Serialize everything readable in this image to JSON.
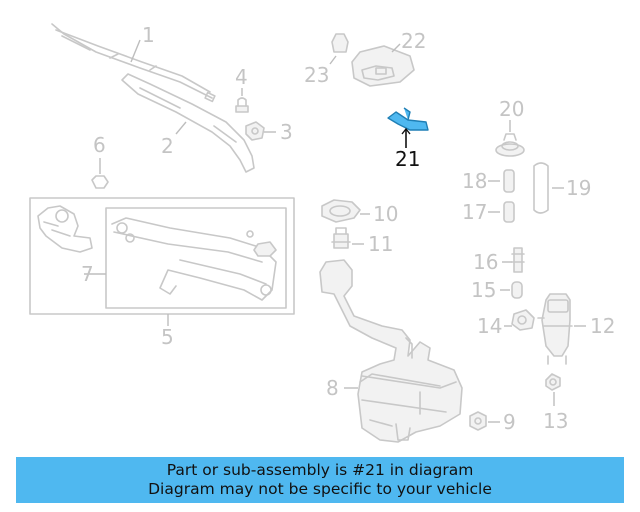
{
  "colors": {
    "highlight": "#4fb8f0",
    "part_line": "#c8c8c8",
    "banner_bg": "#4fb8f0"
  },
  "callouts": {
    "c1": "1",
    "c2": "2",
    "c3": "3",
    "c4": "4",
    "c5": "5",
    "c6": "6",
    "c7": "7",
    "c8": "8",
    "c9": "9",
    "c10": "10",
    "c11": "11",
    "c12": "12",
    "c13": "13",
    "c14": "14",
    "c15": "15",
    "c16": "16",
    "c17": "17",
    "c18": "18",
    "c19": "19",
    "c20": "20",
    "c21": "21",
    "c22": "22",
    "c23": "23"
  },
  "banner": {
    "line1": "Part or sub-assembly is #21 in diagram",
    "line2": "Diagram may not be specific to your vehicle"
  }
}
